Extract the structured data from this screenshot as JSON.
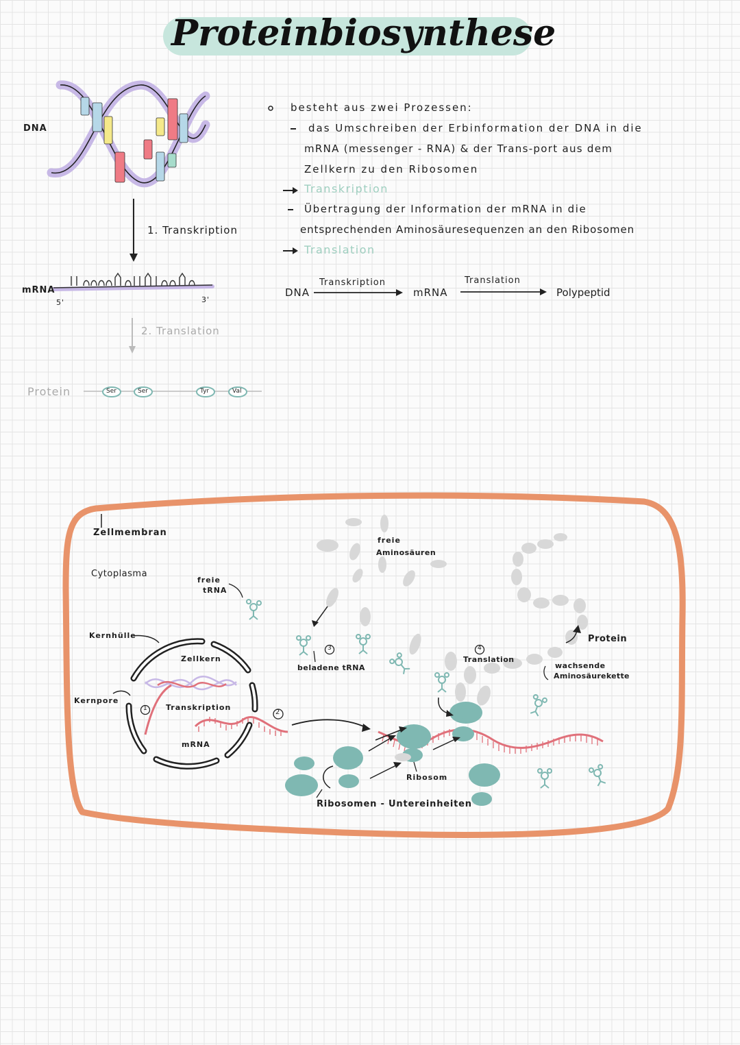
{
  "title": "Proteinbiosynthese",
  "left_diagram": {
    "dna_label": "DNA",
    "step1": "1. Transkription",
    "mrna_label": "mRNA",
    "mrna_5": "5'",
    "mrna_3": "3'",
    "step2": "2. Translation",
    "protein_label": "Protein",
    "amino_acids": [
      "Ser",
      "Ser",
      "Tyr",
      "Val"
    ]
  },
  "notes": {
    "intro": "besteht aus zwei Prozessen:",
    "point1_line1": "das Umschreiben der Erbinformation der DNA in die",
    "point1_line2": "mRNA (messenger - RNA) & der Trans-port aus dem",
    "point1_line3": "Zellkern zu den Ribosomen",
    "result1": "Transkription",
    "point2_line1": "Übertragung der Information der mRNA in die",
    "point2_line2": "entsprechenden Aminosäuresequenzen an den Ribosomen",
    "result2": "Translation",
    "flow": {
      "dna": "DNA",
      "transkription": "Transkription",
      "mrna": "mRNA",
      "translation": "Translation",
      "polypeptid": "Polypeptid"
    }
  },
  "cell": {
    "zellmembran": "Zellmembran",
    "cytoplasma": "Cytoplasma",
    "freie_trna": [
      "freie",
      "tRNA"
    ],
    "kernhuelle": "Kernhülle",
    "zellkern": "Zellkern",
    "kernpore": "Kernpore",
    "transkription": "Transkription",
    "mrna": "mRNA",
    "num1": "1",
    "num2": "2",
    "num3": "3",
    "num4": "4",
    "beladene_trna": "beladene tRNA",
    "freie_aminosaeuren": [
      "freie",
      "Aminosäuren"
    ],
    "translation": "Translation",
    "protein": "Protein",
    "wachsende": [
      "wachsende",
      "Aminosäurekette"
    ],
    "ribosom": "Ribosom",
    "untereinheiten": "Ribosomen - Untereinheiten"
  },
  "colors": {
    "teal": "#7fb8b2",
    "tealLight": "#9fcfc0",
    "membrane": "#e8936a",
    "mrnaRed": "#e0707a",
    "dnaPurple": "#c7b8e6",
    "aminoGrey": "#d8d8d8",
    "greyText": "#aaaaaa"
  }
}
